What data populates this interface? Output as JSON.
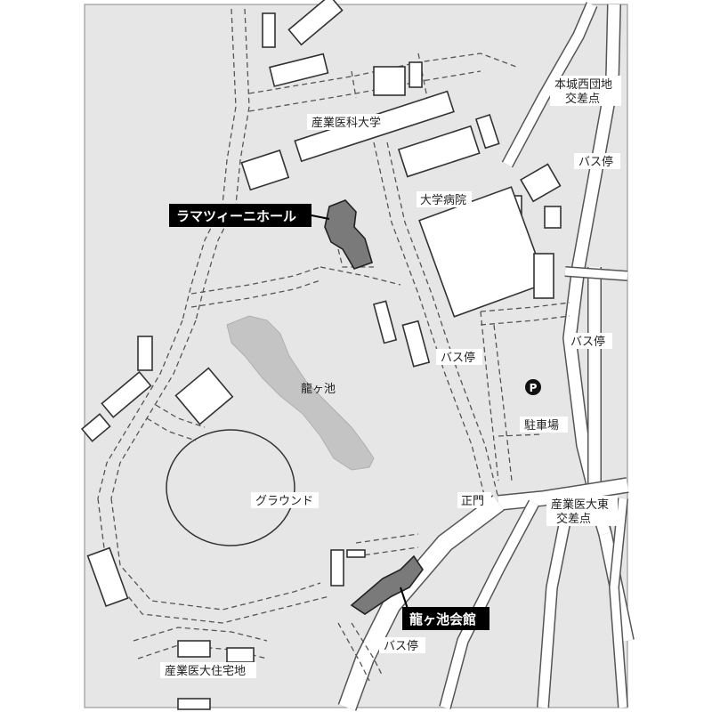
{
  "colors": {
    "background": "#e6e6e6",
    "building": "#ffffff",
    "highlight_building": "#7a7a7a",
    "pond": "#c4c4c4",
    "callout": "#000000",
    "road": "#ffffff"
  },
  "labels": {
    "university": "産業医科大学",
    "hospital": "大学病院",
    "honjo_intersection": [
      "本城西団地",
      "交差点"
    ],
    "bus_stop_1": "バス停",
    "bus_stop_2": "バス停",
    "bus_stop_3": "バス停",
    "bus_stop_4": "バス停",
    "pond": "龍ヶ池",
    "parking_icon": "P",
    "parking": "駐車場",
    "ground": "グラウンド",
    "main_gate": "正門",
    "sanin_east_intersection": [
      "産業医大東",
      "交差点"
    ],
    "housing": "産業医大住宅地"
  },
  "callouts": {
    "hall": "ラマツィーニホール",
    "kaikan": "龍ヶ池会館"
  }
}
